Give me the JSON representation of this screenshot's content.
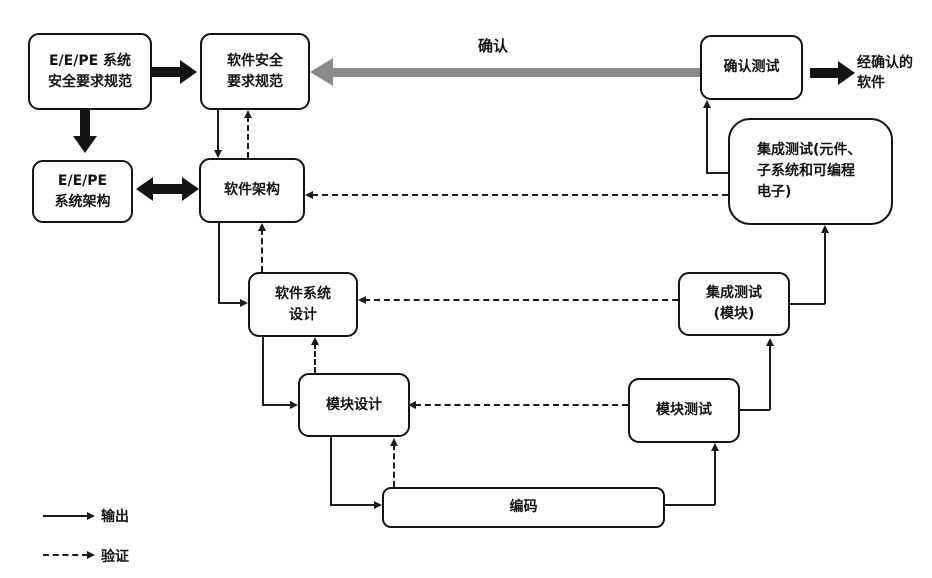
{
  "diagram": {
    "title_implicit": "软件安全生命周期 V 模型",
    "nodes": {
      "eepe_spec": "E/E/PE 系统\n安全要求规范",
      "sw_safety_spec": "软件安全\n要求规范",
      "eepe_arch": "E/E/PE\n系统架构",
      "sw_arch": "软件架构",
      "sw_sys_design": "软件系统\n设计",
      "module_design": "模块设计",
      "coding": "编码",
      "module_test": "模块测试",
      "integ_test_module": "集成测试\n(模块)",
      "integ_test_comp": "集成测试(元件、\n子系统和可编程\n电子)",
      "validation_test": "确认测试",
      "validated_sw": "经确认的\n软件"
    },
    "labels": {
      "validation_arrow": "确认"
    },
    "legend": {
      "output": "输出",
      "verification": "验证"
    },
    "colors": {
      "line": "#1c1c1c",
      "box_border": "#141414",
      "box_fill": "#ffffff",
      "validation_gray": "#8a8a8a"
    }
  }
}
